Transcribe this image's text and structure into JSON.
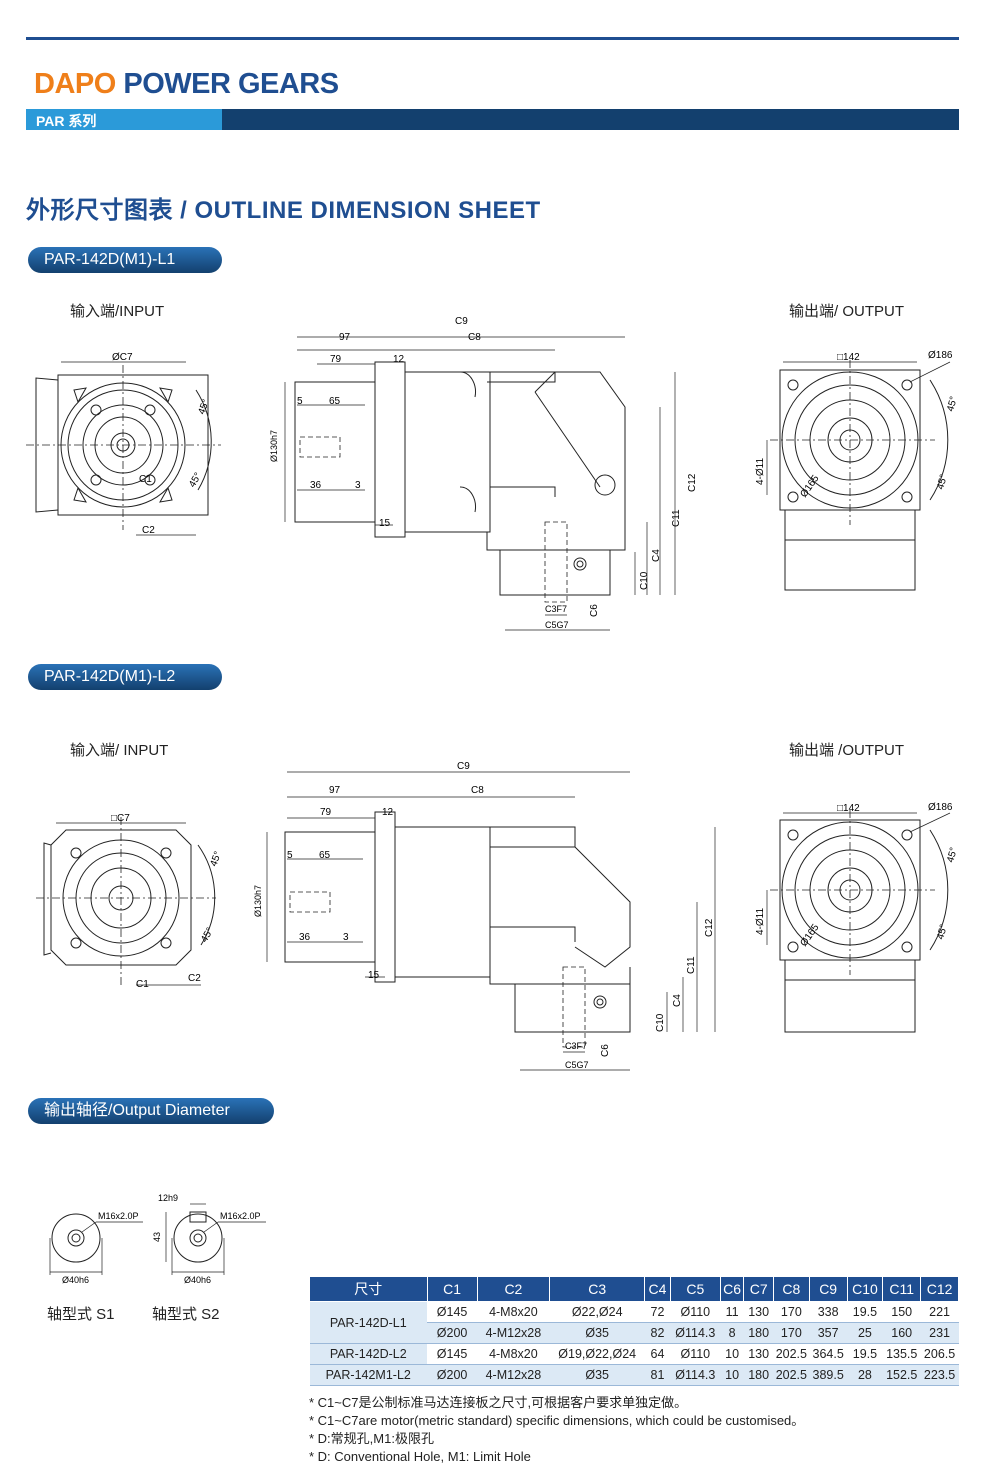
{
  "header": {
    "brand_orange": "DAPO",
    "brand_blue": " POWER GEARS",
    "series_label": "PAR 系列",
    "colors": {
      "brand_orange": "#ef7f1a",
      "brand_blue": "#1f4e91",
      "bar_light": "#2b9ad9",
      "bar_dark": "#13406e"
    }
  },
  "sheet_title": "外形尺寸图表 / OUTLINE DIMENSION SHEET",
  "section1": {
    "tag": "PAR-142D(M1)-L1",
    "input_label": "输入端/INPUT",
    "output_label": "输出端/ OUTPUT",
    "input_dims": {
      "c7": "ØC7",
      "c1": "C1",
      "c2": "C2",
      "a1": "45°",
      "a2": "45°"
    },
    "side_dims": {
      "c9": "C9",
      "d97": "97",
      "c8": "C8",
      "d79": "79",
      "d12": "12",
      "d5": "5",
      "d65": "65",
      "d130": "Ø130h7",
      "d36": "36",
      "d3": "3",
      "d15": "15",
      "c12": "C12",
      "c11": "C11",
      "c4": "C4",
      "c10": "C10",
      "c3": "C3F7",
      "c6": "C6",
      "c5": "C5G7"
    },
    "output_dims": {
      "sq": "□142",
      "d186": "Ø186",
      "a1": "45°",
      "a2": "45°",
      "holes": "4-Ø11",
      "d165": "Ø165"
    }
  },
  "section2": {
    "tag": "PAR-142D(M1)-L2",
    "input_label": "输入端/ INPUT",
    "output_label": "输出端 /OUTPUT",
    "input_dims": {
      "c7": "□C7",
      "c1": "C1",
      "c2": "C2",
      "a1": "45°",
      "a2": "45°"
    },
    "side_dims": {
      "c9": "C9",
      "d97": "97",
      "c8": "C8",
      "d79": "79",
      "d12": "12",
      "d5": "5",
      "d65": "65",
      "d130": "Ø130h7",
      "d36": "36",
      "d3": "3",
      "d15": "15",
      "c12": "C12",
      "c11": "C11",
      "c4": "C4",
      "c10": "C10",
      "c3": "C3F7",
      "c6": "C6",
      "c5": "C5G7"
    },
    "output_dims": {
      "sq": "□142",
      "d186": "Ø186",
      "a1": "45°",
      "a2": "45°",
      "holes": "4-Ø11",
      "d165": "Ø165"
    }
  },
  "section3": {
    "tag": "输出轴径/Output Diameter",
    "s1": {
      "thread": "M16x2.0P",
      "dia": "Ø40h6",
      "label": "轴型式 S1"
    },
    "s2": {
      "thread": "M16x2.0P",
      "dia": "Ø40h6",
      "key": "12h9",
      "height": "43",
      "label": "轴型式 S2"
    }
  },
  "table": {
    "headers": [
      "尺寸",
      "C1",
      "C2",
      "C3",
      "C4",
      "C5",
      "C6",
      "C7",
      "C8",
      "C9",
      "C10",
      "C11",
      "C12"
    ],
    "rows": [
      {
        "model": "PAR-142D-L1",
        "cells": [
          "Ø145",
          "4-M8x20",
          "Ø22,Ø24",
          "72",
          "Ø110",
          "11",
          "130",
          "170",
          "338",
          "19.5",
          "150",
          "221"
        ]
      },
      {
        "model": "",
        "cells": [
          "Ø200",
          "4-M12x28",
          "Ø35",
          "82",
          "Ø114.3",
          "8",
          "180",
          "170",
          "357",
          "25",
          "160",
          "231"
        ]
      },
      {
        "model": "PAR-142D-L2",
        "cells": [
          "Ø145",
          "4-M8x20",
          "Ø19,Ø22,Ø24",
          "64",
          "Ø110",
          "10",
          "130",
          "202.5",
          "364.5",
          "19.5",
          "135.5",
          "206.5"
        ]
      },
      {
        "model": "PAR-142M1-L2",
        "cells": [
          "Ø200",
          "4-M12x28",
          "Ø35",
          "81",
          "Ø114.3",
          "10",
          "180",
          "202.5",
          "389.5",
          "28",
          "152.5",
          "223.5"
        ]
      }
    ]
  },
  "notes": [
    "* C1~C7是公制标准马达连接板之尺寸,可根据客户要求单独定做。",
    "* C1~C7are motor(metric standard)  specific dimensions, which could be customised。",
    "* D:常规孔,M1:极限孔",
    "* D: Conventional Hole, M1: Limit Hole"
  ]
}
